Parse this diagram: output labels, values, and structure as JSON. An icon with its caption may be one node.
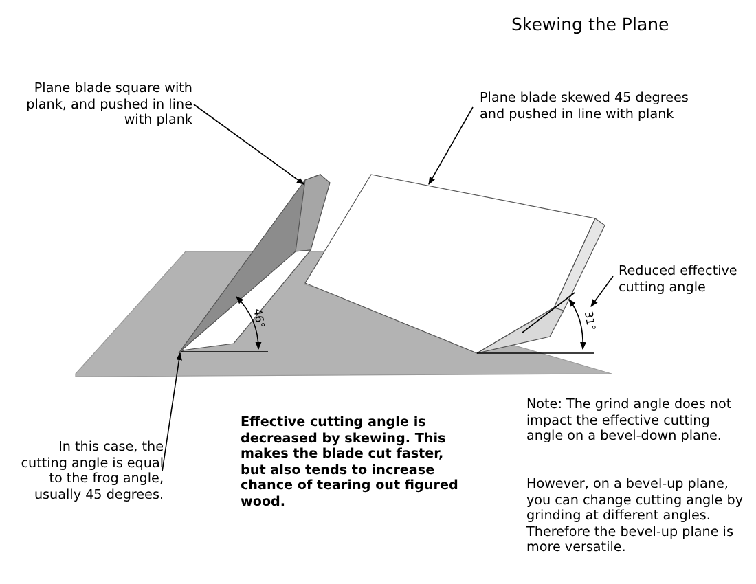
{
  "diagram": {
    "title": "Skewing the Plane",
    "nodes": [
      {
        "text": [
          "Plane blade square with plank, and pushed in line with plank"
        ]
      },
      {
        "text": [],
        "shape": "picture"
      },
      {
        "text": [
          "Plane blade skewed 45 degrees and pushed in line with plank"
        ]
      },
      {
        "text": [],
        "shape": "picture"
      },
      {
        "text": [
          "Reduced effective cutting angle"
        ]
      },
      {
        "text": [
          "In this case, the cutting angle is equal to the frog angle, usually 45 degrees."
        ]
      },
      {
        "text": [
          "31°"
        ]
      }
    ],
    "edges": [
      {
        "from": 0,
        "to": 1,
        "arrow": "to"
      },
      {
        "from": 2,
        "to": 3,
        "arrow": "to"
      },
      {
        "from": 4,
        "to": 6,
        "arrow": "to"
      },
      {
        "from": 5,
        "to": 1,
        "arrow": "to"
      }
    ],
    "labels": [
      "46°",
      "Effective cutting angle is decreased by skewing. This makes the blade cut faster, but also tends to increase chance of tearing out figured wood.",
      "Note: The grind angle does not impact the effective cutting angle on a bevel-down plane.",
      "However, on a bevel-up plane, you can change cutting angle by grinding at different angles. Therefore the bevel-up plane is more versatile."
    ]
  }
}
